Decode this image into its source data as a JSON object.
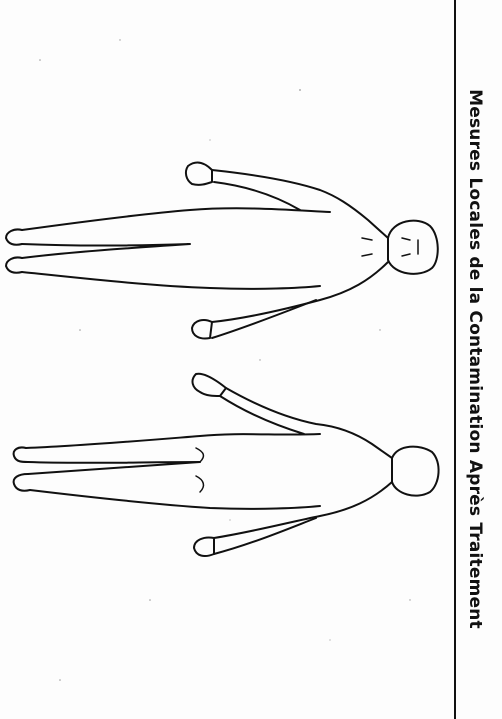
{
  "title": "Mesures Locales de la Contamination Après Traitement",
  "figures": [
    {
      "view": "front"
    },
    {
      "view": "back"
    }
  ]
}
